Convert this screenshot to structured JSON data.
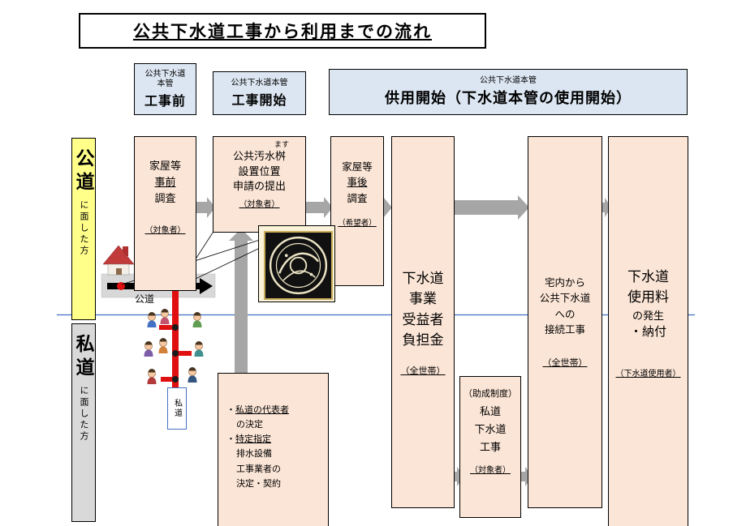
{
  "title": "公共下水道工事から利用までの流れ",
  "header": {
    "phase1": {
      "sub1": "公共下水道",
      "sub2": "本管",
      "main": "工事前"
    },
    "phase2": {
      "sub": "公共下水道本管",
      "main": "工事開始"
    },
    "phase3": {
      "sub": "公共下水道本管",
      "main": "供用開始（下水道本管の使用開始）"
    }
  },
  "lanes": {
    "public": {
      "big": "公道",
      "small": "に面した方"
    },
    "private": {
      "big": "私道",
      "small": "に面した方"
    }
  },
  "boxes": {
    "preSurvey": {
      "l1": "家屋等",
      "l2": "事前",
      "l3": "調査",
      "note": "（対象者）"
    },
    "masuApply": {
      "ruby": "ます",
      "l1": "公共汚水桝",
      "l2": "設置位置",
      "l3": "申請の提出",
      "note": "（対象者）"
    },
    "postSurvey": {
      "l1": "家屋等",
      "l2": "事後",
      "l3": "調査",
      "note": "（希望者）"
    },
    "beneficiary": {
      "l1": "下水道",
      "l2": "事業",
      "l3": "受益者",
      "l4": "負担金",
      "note": "（全世帯）"
    },
    "subsidy": {
      "head": "（助成制度）",
      "l1": "私道",
      "l2": "下水道",
      "l3": "工事",
      "note": "（対象者）"
    },
    "connection": {
      "l1": "宅内から",
      "l2": "公共下水道",
      "l3": "への",
      "l4": "接続工事",
      "note": "（全世帯）"
    },
    "usageFee": {
      "l1": "下水道",
      "l2": "使用料",
      "l3": "の発生",
      "l4": "・納付",
      "note": "（下水道使用者）"
    },
    "privateRoadTasks": {
      "t1_bullet": "・",
      "t1_main": "私道の代表者",
      "t1_rest": "の決定",
      "t2_bullet": "・",
      "t2_main": "特定指定",
      "t2_l1": "排水設備",
      "t2_l2": "工事業者の",
      "t2_l3": "決定・契約"
    }
  },
  "illustration": {
    "public_road_label": "公道",
    "private_road_label": "私道"
  }
}
